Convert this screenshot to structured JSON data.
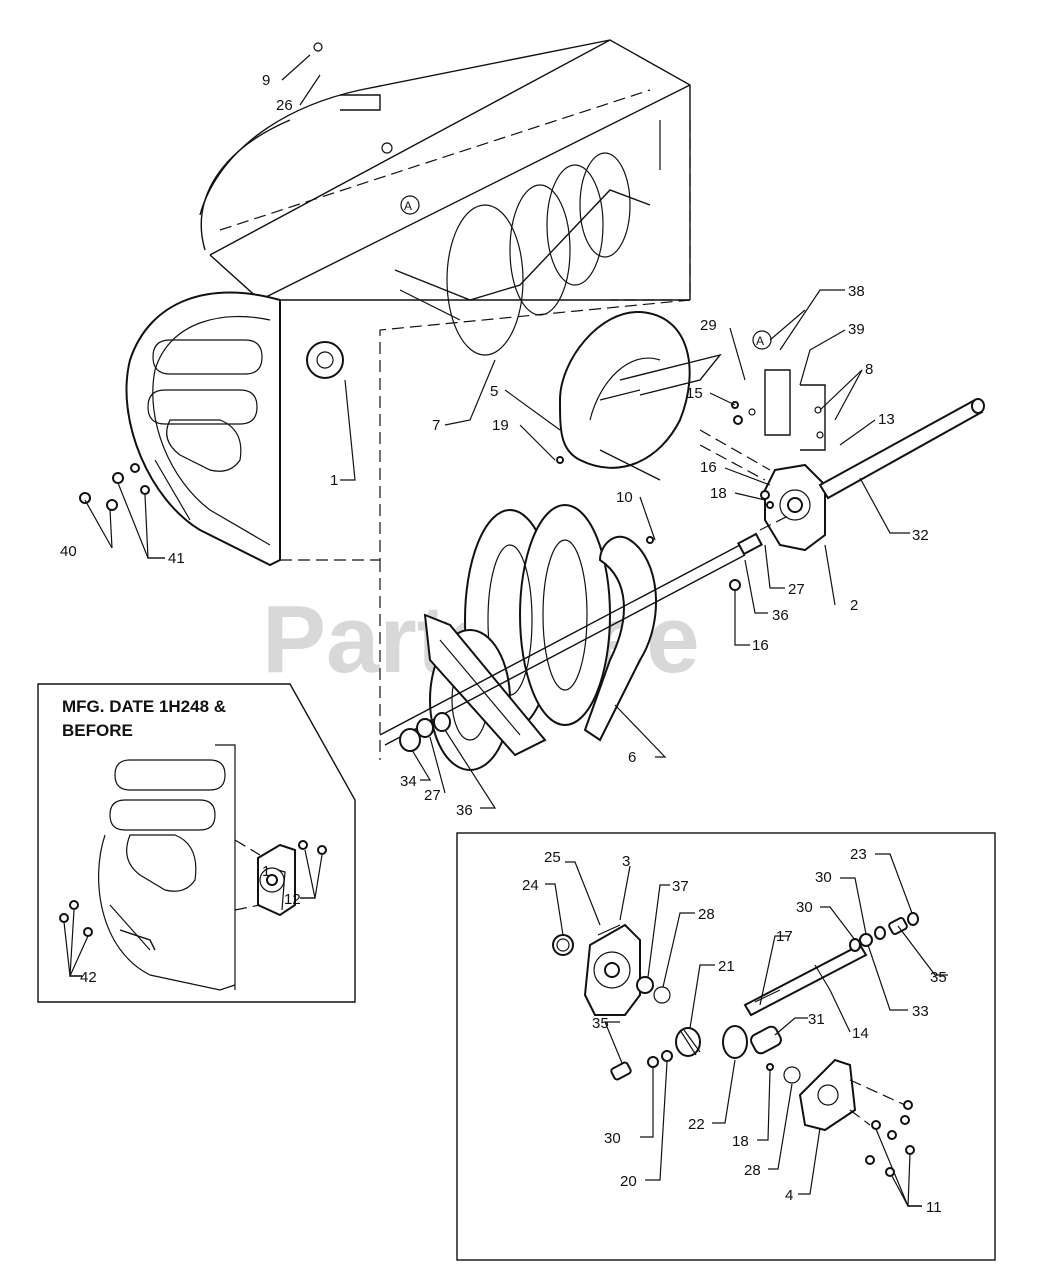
{
  "watermark": "PartsTree",
  "inset_title_lines": [
    "MFG. DATE 1H248 &",
    "BEFORE"
  ],
  "callout_letter": "A",
  "labels": {
    "l9": "9",
    "l26": "26",
    "l38": "38",
    "l29": "29",
    "l39": "39",
    "l8": "8",
    "l15": "15",
    "l13": "13",
    "l5": "5",
    "l19": "19",
    "l7": "7",
    "l1": "1",
    "l16a": "16",
    "l18a": "18",
    "l32": "32",
    "l10": "10",
    "l27a": "27",
    "l36a": "36",
    "l2": "2",
    "l16b": "16",
    "l40": "40",
    "l41": "41",
    "l34": "34",
    "l27b": "27",
    "l36b": "36",
    "l6": "6",
    "l1b": "1",
    "l12": "12",
    "l42": "42",
    "l25": "25",
    "l3": "3",
    "l24": "24",
    "l37": "37",
    "l28a": "28",
    "l21": "21",
    "l17": "17",
    "l30a": "30",
    "l30b": "30",
    "l23": "23",
    "l35a": "35",
    "l33": "33",
    "l14": "14",
    "l35b": "35",
    "l31": "31",
    "l30c": "30",
    "l22": "22",
    "l18b": "18",
    "l20": "20",
    "l28b": "28",
    "l4": "4",
    "l11": "11"
  }
}
